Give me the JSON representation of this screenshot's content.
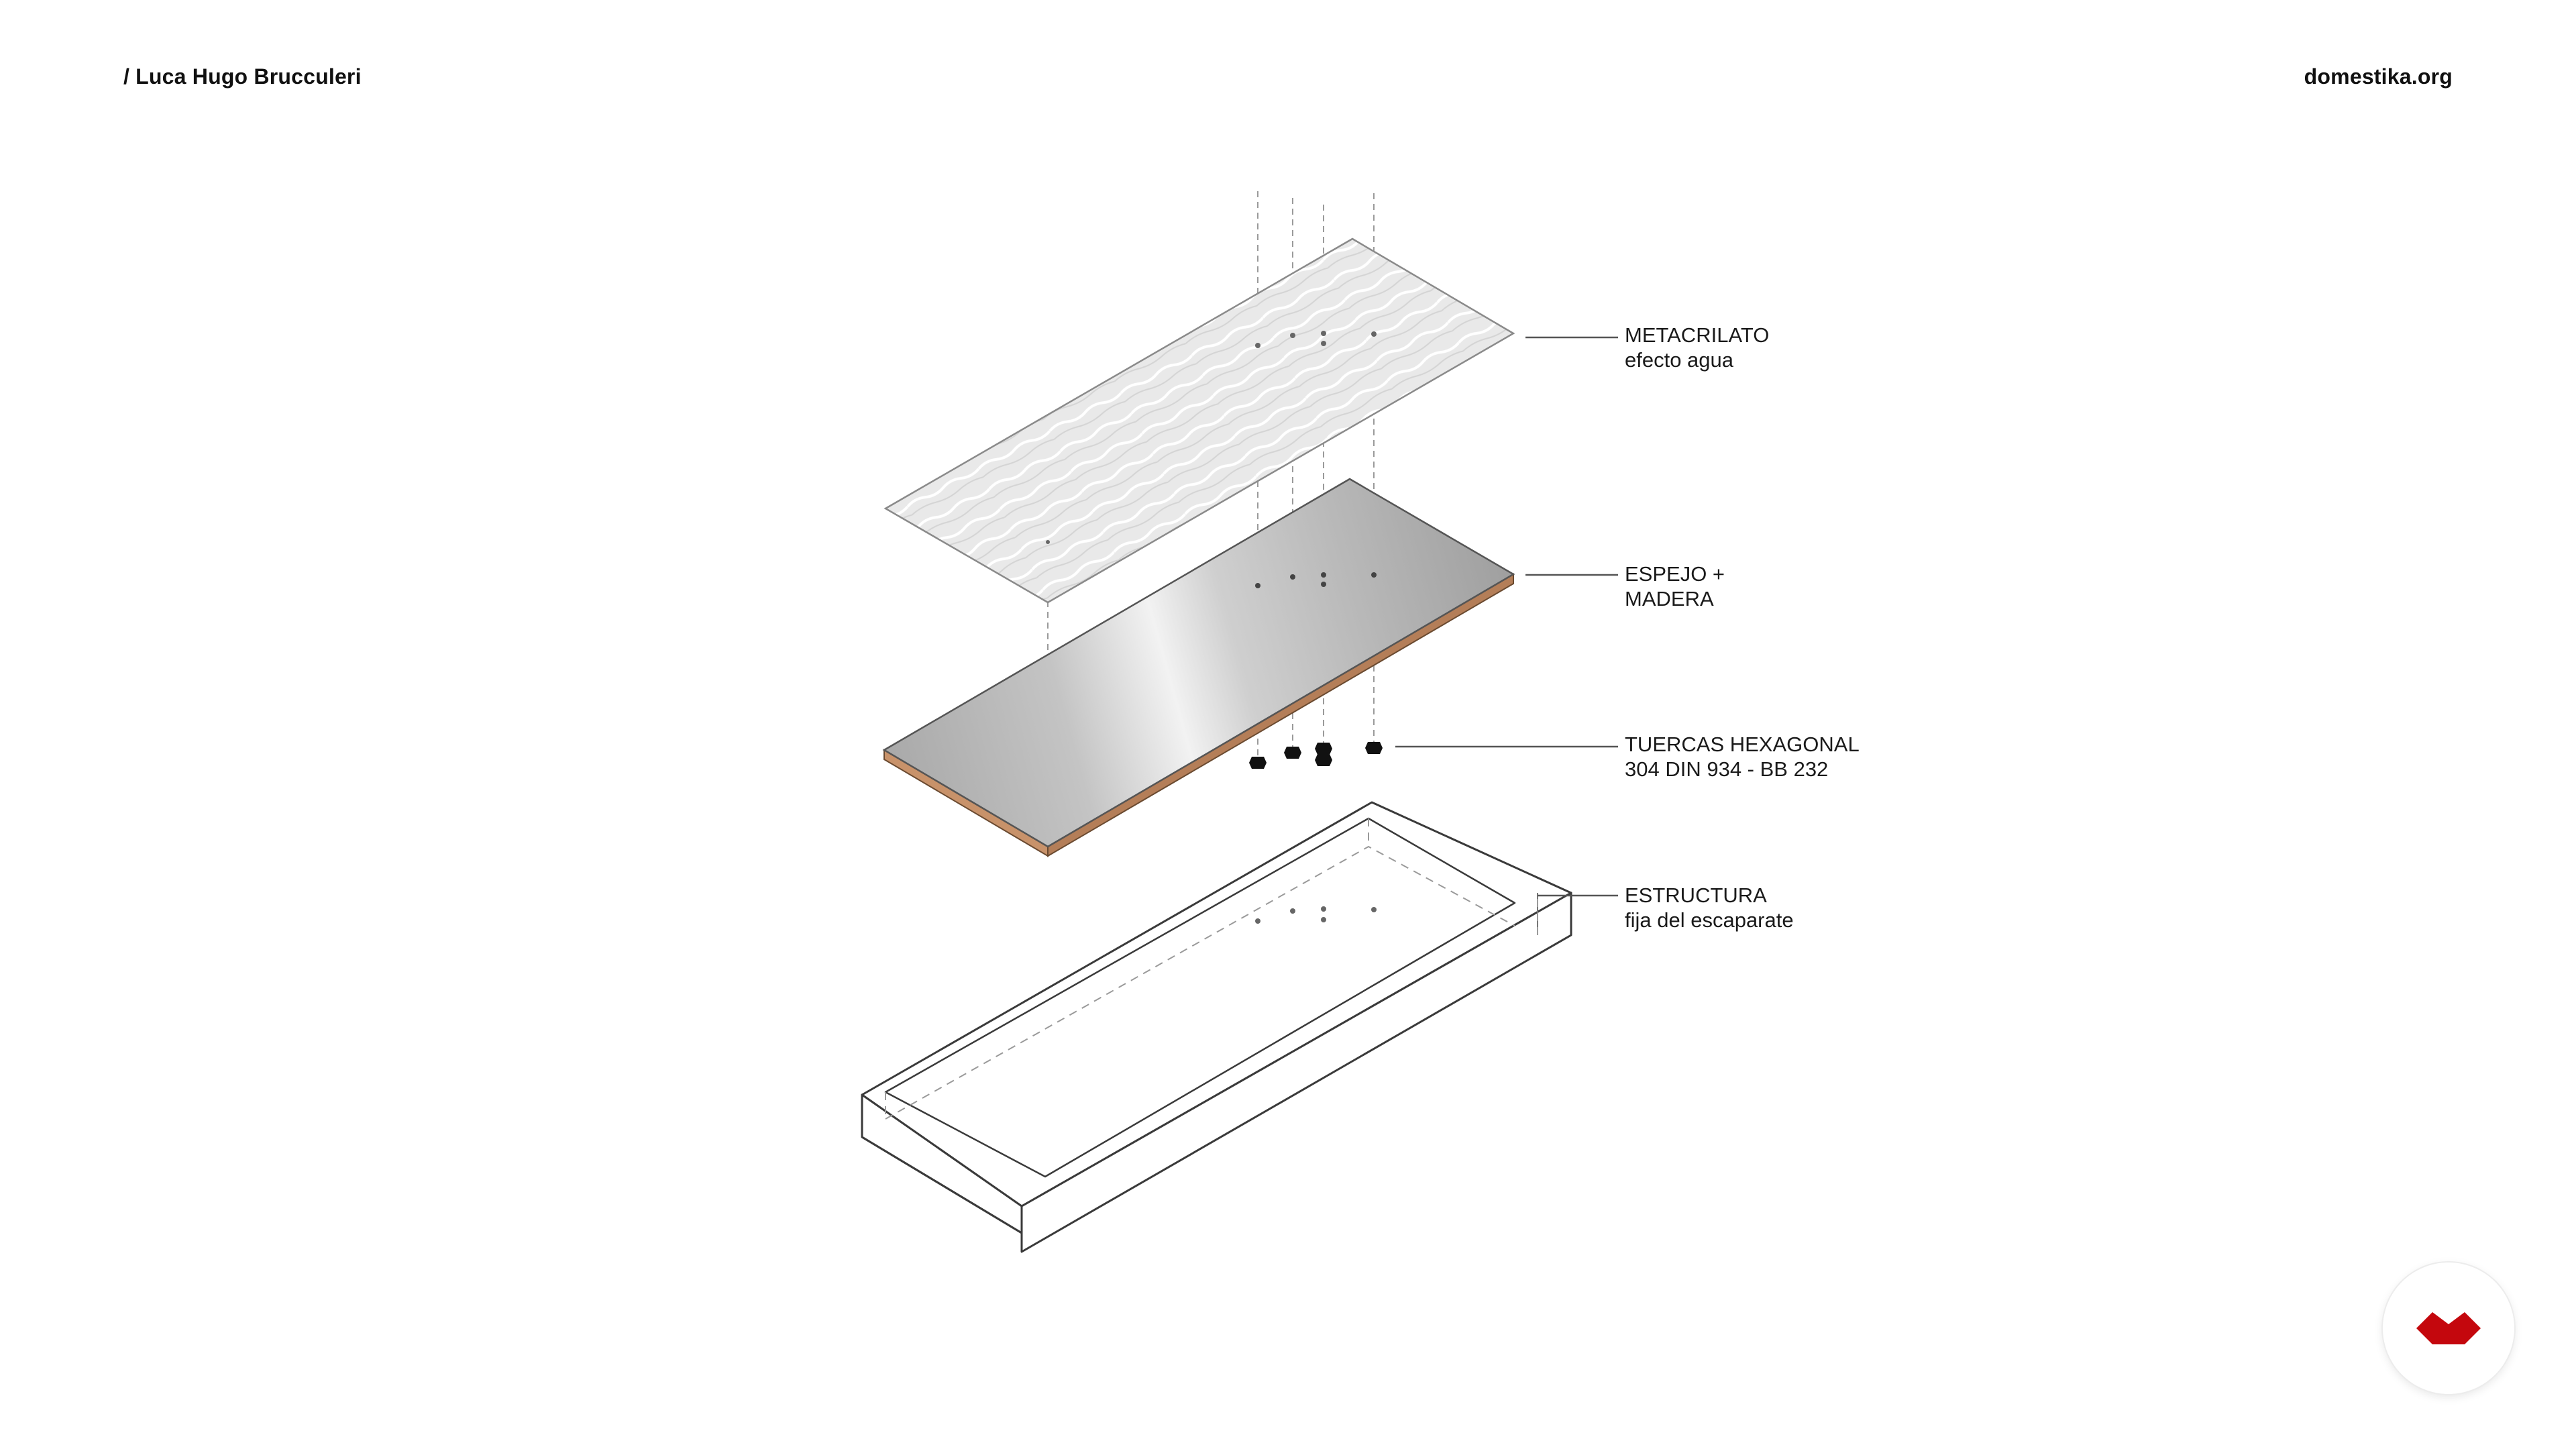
{
  "header": {
    "author": "/ Luca Hugo Brucculeri",
    "site": "domestika.org"
  },
  "diagram": {
    "layers": [
      {
        "line1": "METACRILATO",
        "line2": "efecto agua"
      },
      {
        "line1": "ESPEJO +",
        "line2": "MADERA"
      },
      {
        "line1": "TUERCAS HEXAGONAL",
        "line2": "304 DIN 934 - BB 232"
      },
      {
        "line1": "ESTRUCTURA",
        "line2": "fija del escaparate"
      }
    ]
  },
  "colors": {
    "accent_logo": "#c4070d",
    "wood": "#c8926a",
    "line": "#555555"
  },
  "icons": {
    "logo": "domestika-logo-icon"
  }
}
